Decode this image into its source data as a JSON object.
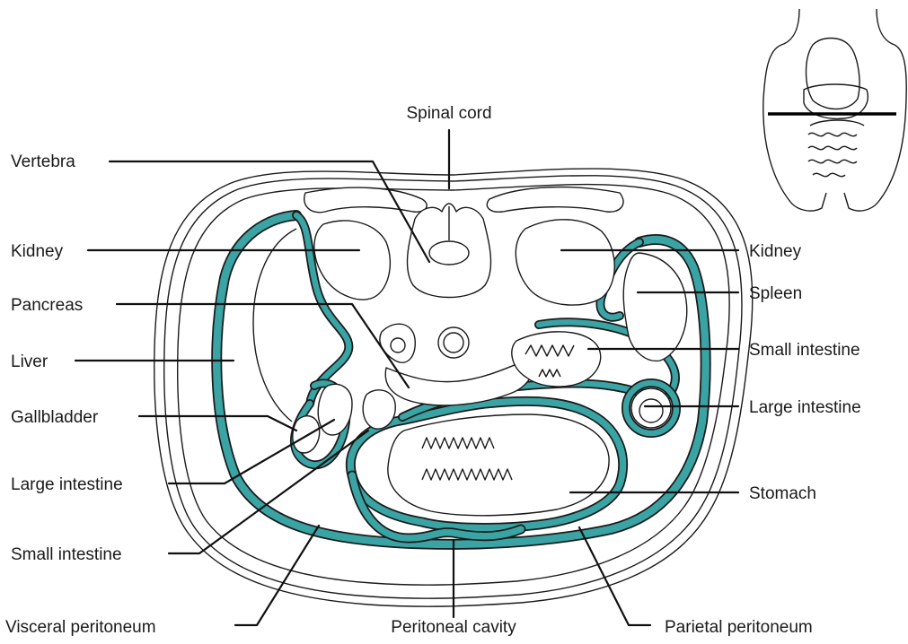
{
  "colors": {
    "peritoneum_fill": "#3aa3a4",
    "outline": "#1a1a1a",
    "background": "#ffffff"
  },
  "labels": {
    "spinal_cord": "Spinal cord",
    "vertebra": "Vertebra",
    "kidney_left": "Kidney",
    "kidney_right": "Kidney",
    "spleen": "Spleen",
    "pancreas": "Pancreas",
    "liver": "Liver",
    "small_intestine_right": "Small intestine",
    "gallbladder": "Gallbladder",
    "large_intestine_right": "Large intestine",
    "large_intestine_left": "Large intestine",
    "stomach": "Stomach",
    "small_intestine_left": "Small intestine",
    "visceral_peritoneum": "Visceral peritoneum",
    "peritoneal_cavity": "Peritoneal cavity",
    "parietal_peritoneum": "Parietal peritoneum"
  },
  "inset": {
    "description_icon": "torso-section-plane-icon"
  }
}
